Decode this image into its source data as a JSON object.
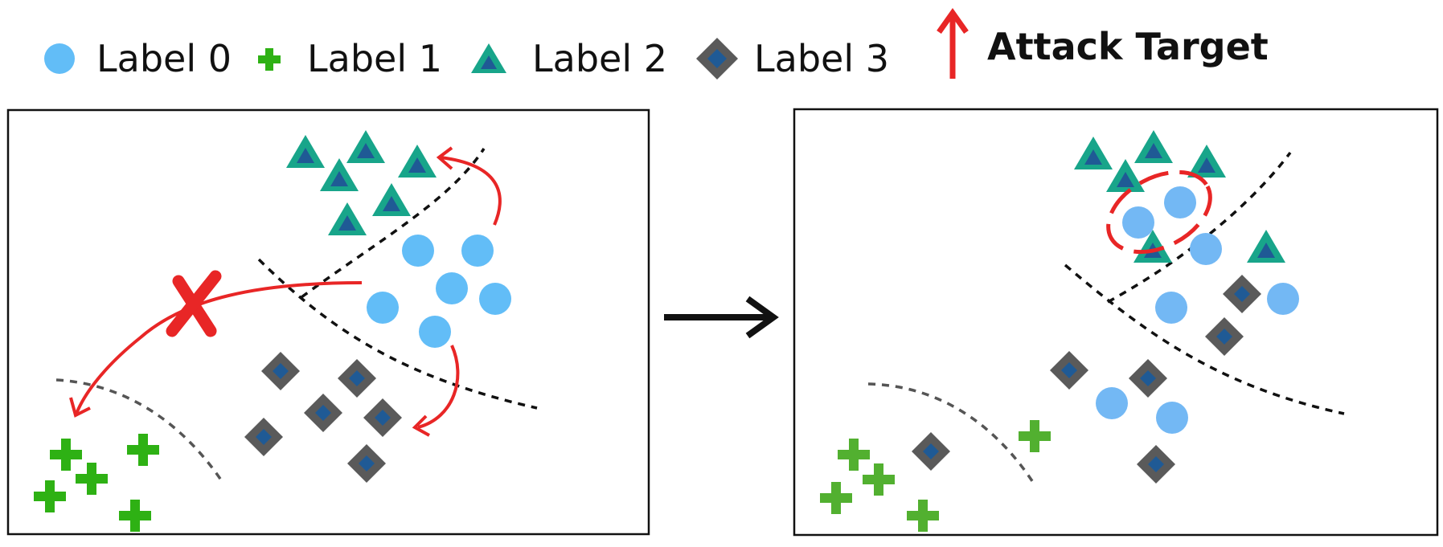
{
  "legend": {
    "label0": "Label 0",
    "label1": "Label 1",
    "label2": "Label 2",
    "label3": "Label 3",
    "attack_target": "Attack Target"
  },
  "colors": {
    "label0": "#62bdf7",
    "label1": "#2eb114",
    "label2_outer": "#18a58a",
    "label2_inner": "#1f5a95",
    "label3_outer": "#5a5a5a",
    "label3_inner": "#1f5a95",
    "attack": "#e82626",
    "boundary": "#111111"
  },
  "icons": {
    "label0": "light-blue-circle",
    "label1": "green-plus",
    "label2": "teal-triangle",
    "label3": "gray-diamond",
    "attack_target": "red-up-arrow",
    "transition": "right-arrow"
  }
}
